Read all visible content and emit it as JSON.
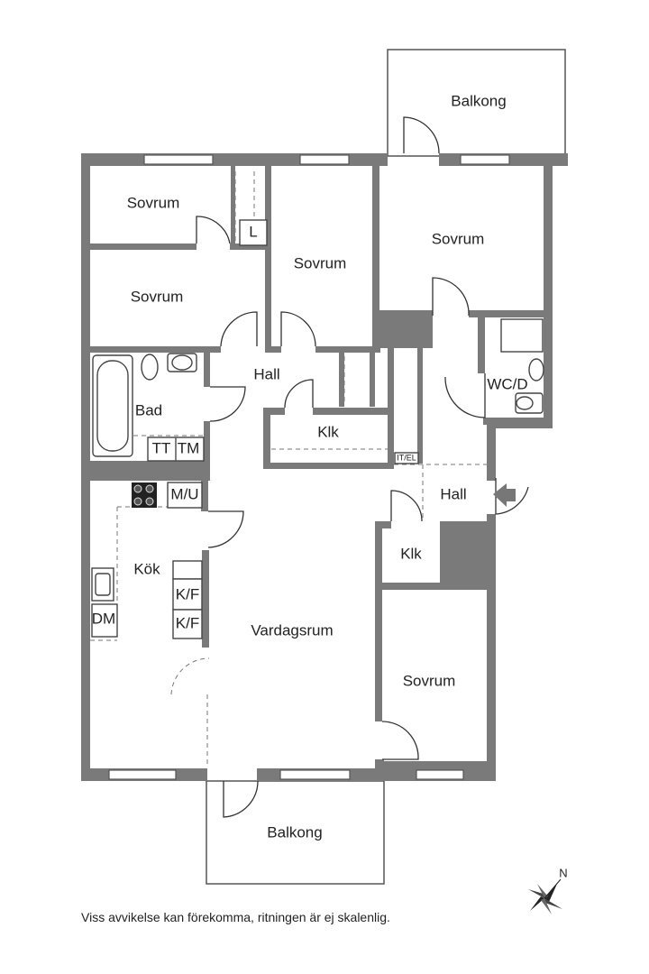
{
  "rooms": {
    "balkong_top": "Balkong",
    "sovrum_1": "Sovrum",
    "sovrum_2": "Sovrum",
    "sovrum_3": "Sovrum",
    "sovrum_4": "Sovrum",
    "sovrum_5": "Sovrum",
    "hall_1": "Hall",
    "hall_2": "Hall",
    "bad": "Bad",
    "klk_1": "Klk",
    "klk_2": "Klk",
    "wc": "WC/D",
    "kok": "Kök",
    "vardagsrum": "Vardagsrum",
    "balkong_bottom": "Balkong"
  },
  "fixtures": {
    "linen": "L",
    "tt": "TT",
    "tm": "TM",
    "mu": "M/U",
    "kf_1": "K/F",
    "kf_2": "K/F",
    "dm": "DM",
    "itel": "IT/EL"
  },
  "compass": {
    "north": "N"
  },
  "disclaimer": "Viss avvikelse kan förekomma, ritningen är ej skalenlig."
}
